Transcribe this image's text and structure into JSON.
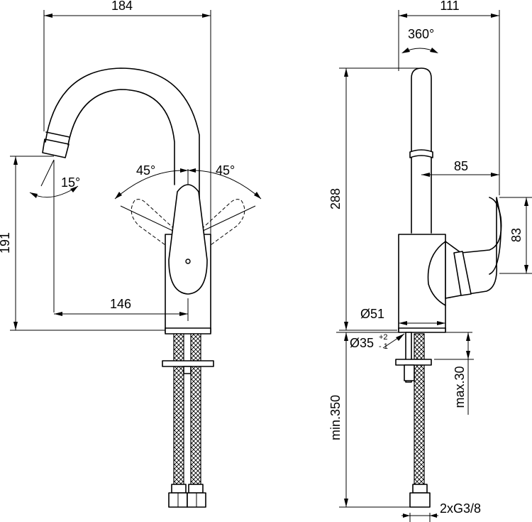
{
  "front_view": {
    "width_label": "184",
    "height_label": "191",
    "reach_label": "146",
    "spout_angle_label": "15°",
    "lever_left_angle_label": "45°",
    "lever_right_angle_label": "45°"
  },
  "side_view": {
    "depth_label": "111",
    "rotation_label": "360°",
    "height_label": "288",
    "lever_reach_label": "85",
    "lever_height_label": "83",
    "base_diameter_label": "Ø51",
    "hole_diameter_label": "Ø35",
    "hole_tol_plus": "+2",
    "hole_tol_minus": "- 1",
    "max_thickness_label": "max.30",
    "hose_length_label": "min.350",
    "connection_label": "2xG3/8"
  }
}
